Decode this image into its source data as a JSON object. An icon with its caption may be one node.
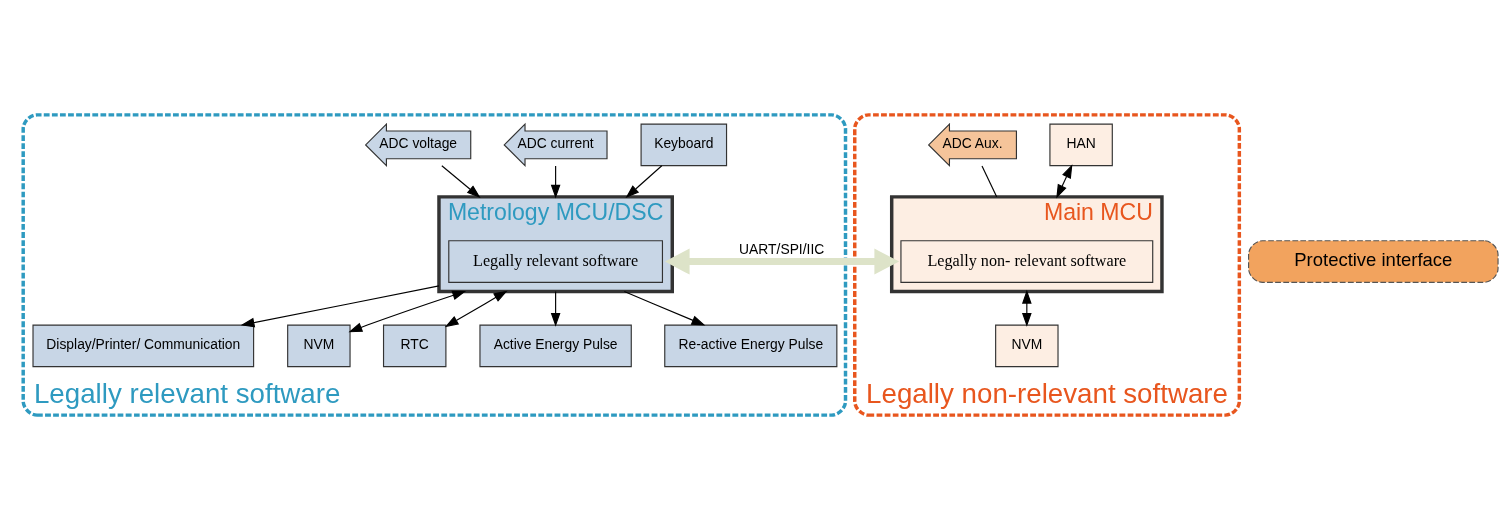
{
  "diagram": {
    "nodes": [
      {
        "text": [
          "Legally relevant software"
        ]
      },
      {
        "text": [
          "Legally non-relevant software"
        ]
      },
      {
        "text": [
          "Metrology MCU/DSC"
        ],
        "in": 0
      },
      {
        "text": [
          "Legally relevant software"
        ],
        "in": 2
      },
      {
        "text": [
          "Display/Printer/ Communication"
        ],
        "in": 0
      },
      {
        "text": [
          "Keyboard"
        ],
        "in": 0
      },
      {
        "text": [
          "ADC current"
        ],
        "in": 0
      },
      {
        "text": [
          "ADC voltage"
        ],
        "in": 0
      },
      {
        "text": [
          "NVM"
        ],
        "in": 0
      },
      {
        "text": [
          "RTC"
        ],
        "in": 0
      },
      {
        "text": [
          "Active Energy Pulse"
        ],
        "in": 0
      },
      {
        "text": [
          "Re-active Energy Pulse"
        ],
        "in": 0
      },
      {
        "text": [
          "Protective interface"
        ]
      },
      {
        "text": [
          "Main MCU"
        ],
        "in": 1
      },
      {
        "text": [
          "Legally non- relevant software"
        ],
        "in": 13
      },
      {
        "text": [
          "HAN"
        ],
        "in": 1
      },
      {
        "text": [
          "ADC Aux."
        ],
        "in": 1
      },
      {
        "text": [
          "NVM"
        ],
        "in": 1
      }
    ],
    "edges": [
      {
        "from": 2,
        "to": 4,
        "arrow": "to"
      },
      {
        "from": 5,
        "to": 2,
        "arrow": "to"
      },
      {
        "from": 6,
        "to": 2,
        "arrow": "to"
      },
      {
        "from": 7,
        "to": 2,
        "arrow": "to"
      },
      {
        "from": 2,
        "to": 8,
        "arrow": "both"
      },
      {
        "from": 2,
        "to": 9,
        "arrow": "both"
      },
      {
        "from": 2,
        "to": 10,
        "arrow": "to"
      },
      {
        "from": 2,
        "to": 11,
        "arrow": "to"
      },
      {
        "from": 2,
        "to": 13,
        "arrow": "both",
        "label": "UART/SPI/IIC",
        "style": "thick",
        "color": "#dde3c8"
      },
      {
        "from": 15,
        "to": 13,
        "arrow": "both"
      },
      {
        "from": 16,
        "to": 13,
        "arrow": "none"
      },
      {
        "from": 13,
        "to": 17,
        "arrow": "both"
      }
    ]
  }
}
